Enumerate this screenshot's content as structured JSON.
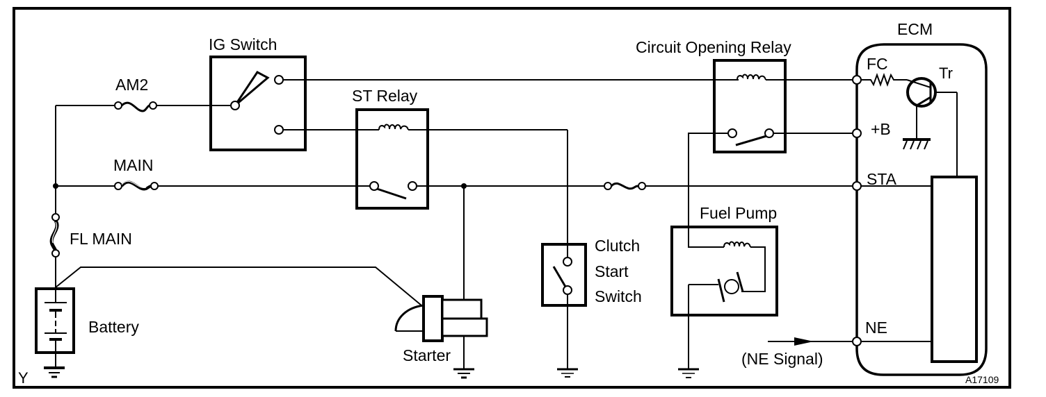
{
  "diagram": {
    "title": "Starter / Circuit Opening Relay Circuit",
    "figure_code": "A17109",
    "corner_mark": "Y",
    "components": {
      "am2": "AM2",
      "main": "MAIN",
      "fl_main": "FL MAIN",
      "battery": "Battery",
      "ig_switch": "IG Switch",
      "st_relay": "ST Relay",
      "starter": "Starter",
      "clutch_line1": "Clutch",
      "clutch_line2": "Start",
      "clutch_line3": "Switch",
      "circuit_opening_relay": "Circuit Opening Relay",
      "fuel_pump": "Fuel Pump",
      "ecm": "ECM"
    },
    "ecm_terminals": {
      "fc": "FC",
      "b": "+B",
      "sta": "STA",
      "ne": "NE",
      "tr": "Tr"
    },
    "signal": "(NE Signal)"
  }
}
